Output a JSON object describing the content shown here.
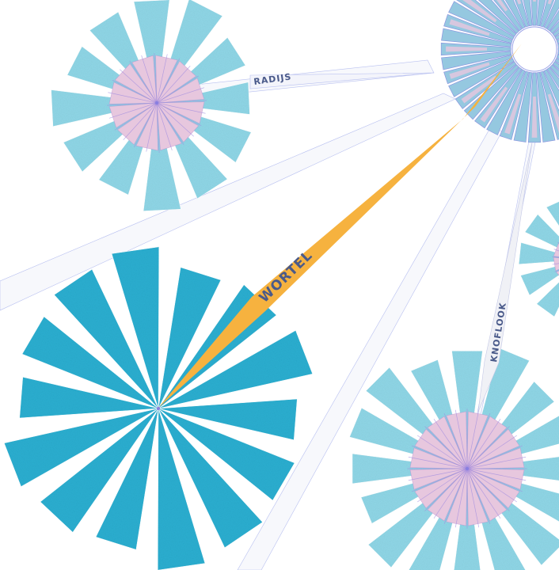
{
  "labels": {
    "radijs": "RADIJS",
    "wortel": "WORTEL",
    "knoflook": "KNOFLOOK"
  },
  "colors": {
    "background": "#ffffff",
    "light_blue": "#8fd6e6",
    "deep_blue": "#2aaed0",
    "hub_blue": "#95c8e0",
    "pink_inner": "#e7c7de",
    "highlight": "#f6b23f",
    "label_text": "#4a5a8a",
    "connector": "#b8c0f0"
  },
  "icons": [
    "sunburst-flower",
    "sunburst-flower",
    "sunburst-flower",
    "sunburst-flower",
    "hub-ring"
  ]
}
